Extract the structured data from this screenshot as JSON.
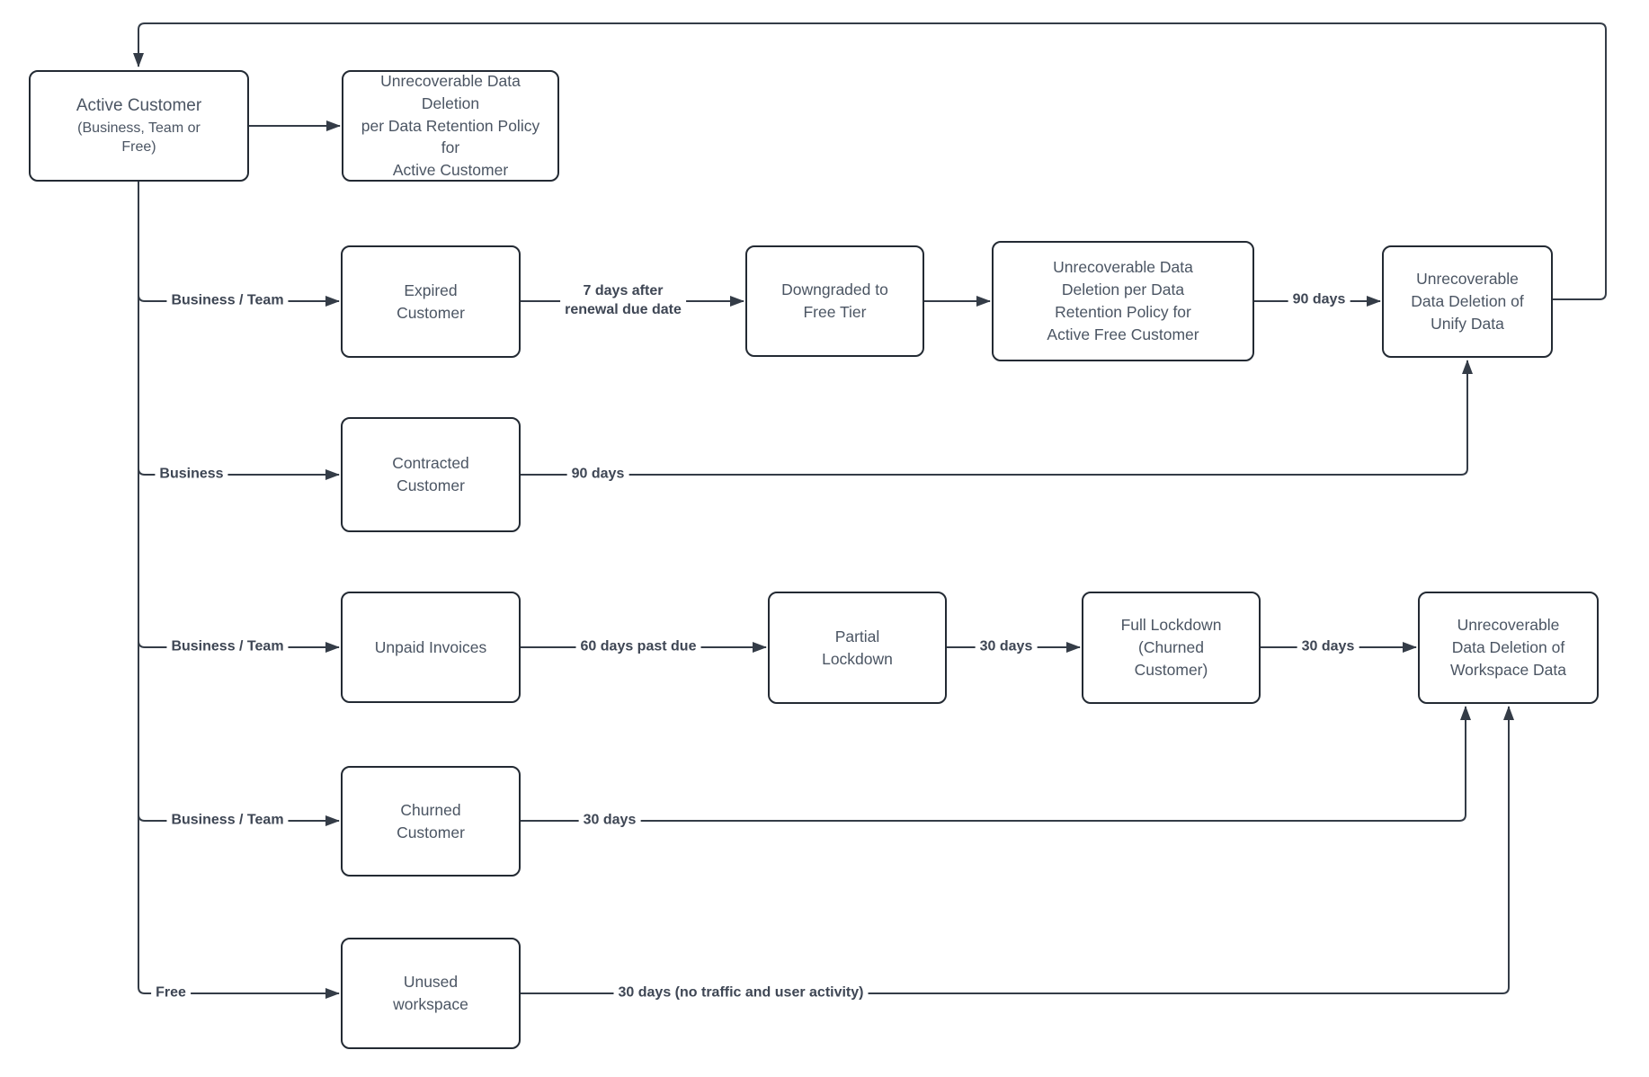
{
  "diagram": {
    "colors": {
      "line": "#343c47",
      "border": "#232a33",
      "node_text": "#4b5563",
      "edge_label_text": "#3e4654",
      "background": "#ffffff"
    },
    "nodes": {
      "active": {
        "title": "Active Customer",
        "subtitle": "(Business, Team or\nFree)"
      },
      "del_active": {
        "label": "Unrecoverable Data Deletion\nper Data Retention Policy for\nActive Customer"
      },
      "expired": {
        "label": "Expired\nCustomer"
      },
      "downgraded": {
        "label": "Downgraded to\nFree Tier"
      },
      "del_free": {
        "label": "Unrecoverable Data\nDeletion per Data\nRetention Policy for\nActive Free Customer"
      },
      "del_unify": {
        "label": "Unrecoverable\nData Deletion of\nUnify Data"
      },
      "contracted": {
        "label": "Contracted\nCustomer"
      },
      "unpaid": {
        "label": "Unpaid Invoices"
      },
      "partial": {
        "label": "Partial\nLockdown"
      },
      "full": {
        "label": "Full Lockdown\n(Churned\nCustomer)"
      },
      "del_workspace": {
        "label": "Unrecoverable\nData Deletion of\nWorkspace Data"
      },
      "churned": {
        "label": "Churned\nCustomer"
      },
      "unused": {
        "label": "Unused\nworkspace"
      }
    },
    "edge_labels": {
      "branch_expired": "Business / Team",
      "branch_contracted": "Business",
      "branch_unpaid": "Business / Team",
      "branch_churned": "Business / Team",
      "branch_unused": "Free",
      "expired_to_downgraded": "7 days after\nrenewal due date",
      "delfree_to_unify": "90 days",
      "contracted_to_unify": "90 days",
      "unpaid_to_partial": "60 days past due",
      "partial_to_full": "30 days",
      "full_to_workspace": "30 days",
      "churned_to_workspace": "30 days",
      "unused_to_workspace": "30 days (no traffic and user activity)"
    }
  }
}
